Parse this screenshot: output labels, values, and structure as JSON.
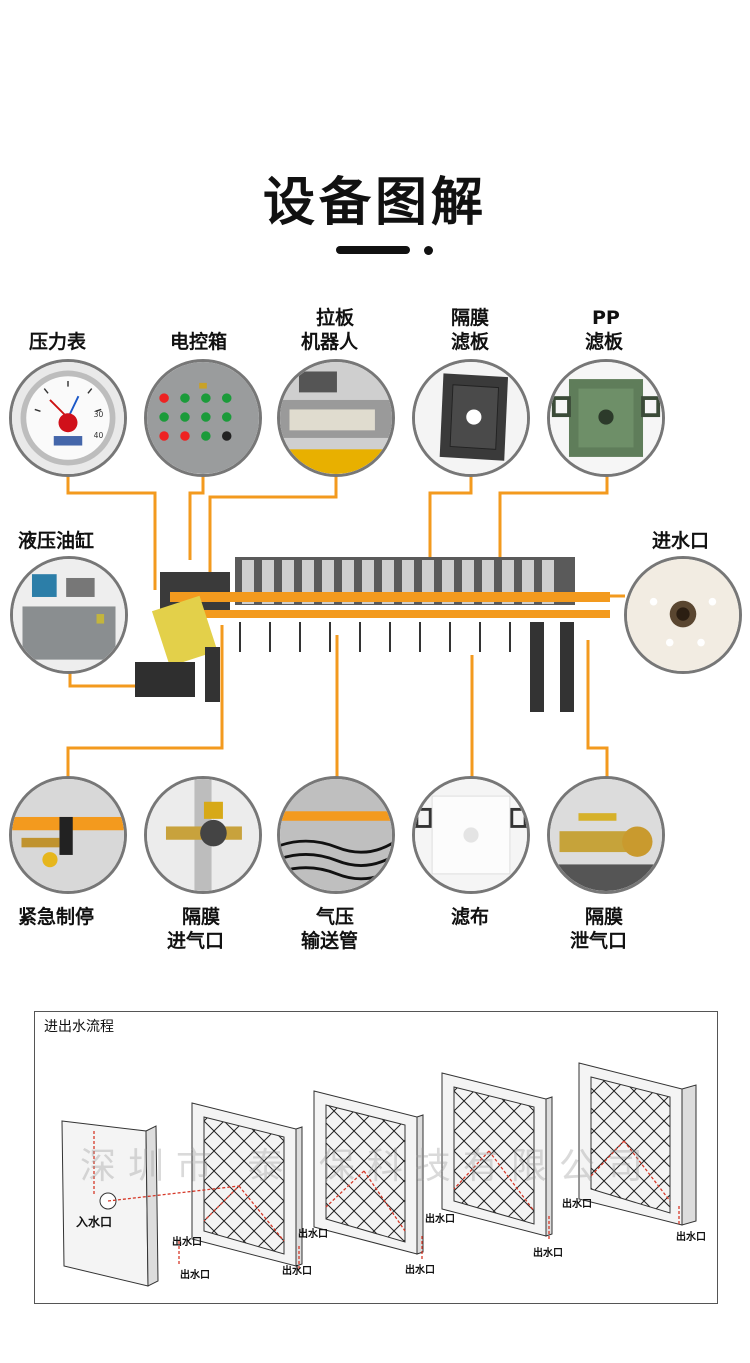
{
  "header": {
    "title": "设备图解"
  },
  "components": {
    "pressure_gauge": {
      "label": "压力表"
    },
    "control_box": {
      "label": "电控箱"
    },
    "robot_line1": "拉板",
    "robot_line2": "机器人",
    "membrane_plate_line1": "隔膜",
    "membrane_plate_line2": "滤板",
    "pp_plate_line1": "PP",
    "pp_plate_line2": "滤板",
    "hydraulic": {
      "label": "液压油缸"
    },
    "water_inlet": {
      "label": "进水口"
    },
    "emergency_stop": {
      "label": "紧急制停"
    },
    "membrane_air_in_line1": "隔膜",
    "membrane_air_in_line2": "进气口",
    "air_pipe_line1": "气压",
    "air_pipe_line2": "输送管",
    "filter_cloth": {
      "label": "滤布"
    },
    "membrane_air_out_line1": "隔膜",
    "membrane_air_out_line2": "泄气口"
  },
  "flow": {
    "title": "进出水流程",
    "watermark": "深圳市  泰  保科技有限公司",
    "inlet_label": "入水口",
    "outlet_label": "出水口"
  },
  "colors": {
    "accent": "#f39a1e",
    "machine": "#2c2c2c",
    "flow_red": "#d63a2a"
  }
}
